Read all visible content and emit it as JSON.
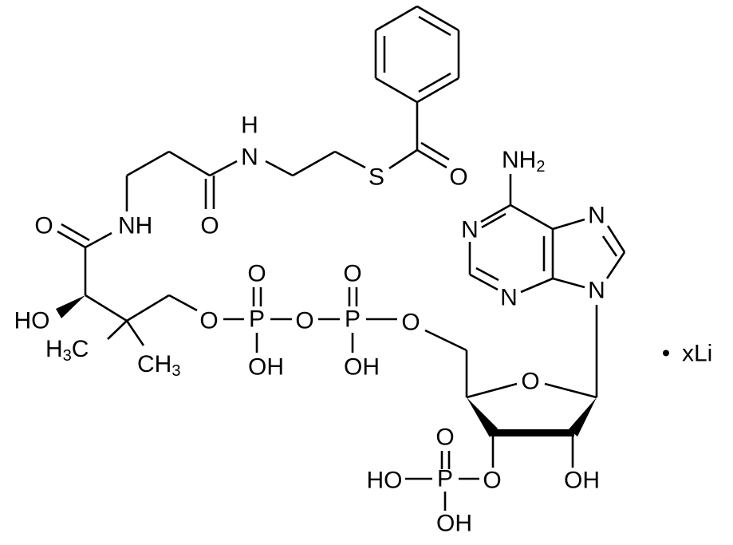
{
  "molecule": {
    "atoms": {
      "o_amide1": "O",
      "nh_amide1": "NH",
      "o_amide2": "O",
      "n_amide2": "N",
      "h_amide2": "H",
      "s_thioester": "S",
      "o_thioester": "O",
      "ho_pantoate": "HO",
      "h3c_left": [
        "H",
        "3",
        "C"
      ],
      "ch3_right": [
        "CH",
        "3"
      ],
      "o_ester": "O",
      "p1": "P",
      "p1_o": "O",
      "p1_oh": "OH",
      "o_bridge": "O",
      "p2": "P",
      "p2_o": "O",
      "p2_oh": "OH",
      "o5": "O",
      "nh2": [
        "NH",
        "2"
      ],
      "n1": "N",
      "n3": "N",
      "n7": "N",
      "n9": "N",
      "o4_ring": "O",
      "o3": "O",
      "p3": "P",
      "p3_o": "O",
      "p3_ho": "HO",
      "p3_oh": "OH",
      "oh2": "OH"
    },
    "counterion": {
      "dot": "•",
      "label": "xLi"
    }
  },
  "colors": {
    "ink": "#000000",
    "background": "#ffffff"
  }
}
